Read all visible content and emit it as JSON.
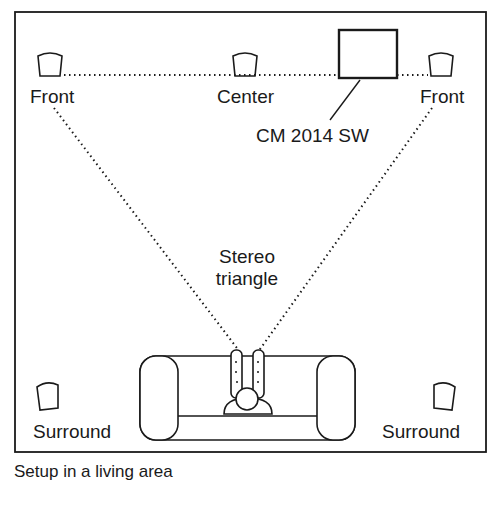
{
  "diagram": {
    "caption": "Setup in a living area",
    "labels": [
      "Front",
      "Center",
      "Front",
      "CM 2014 SW",
      "Stereo triangle",
      "Surround",
      "Surround"
    ]
  }
}
